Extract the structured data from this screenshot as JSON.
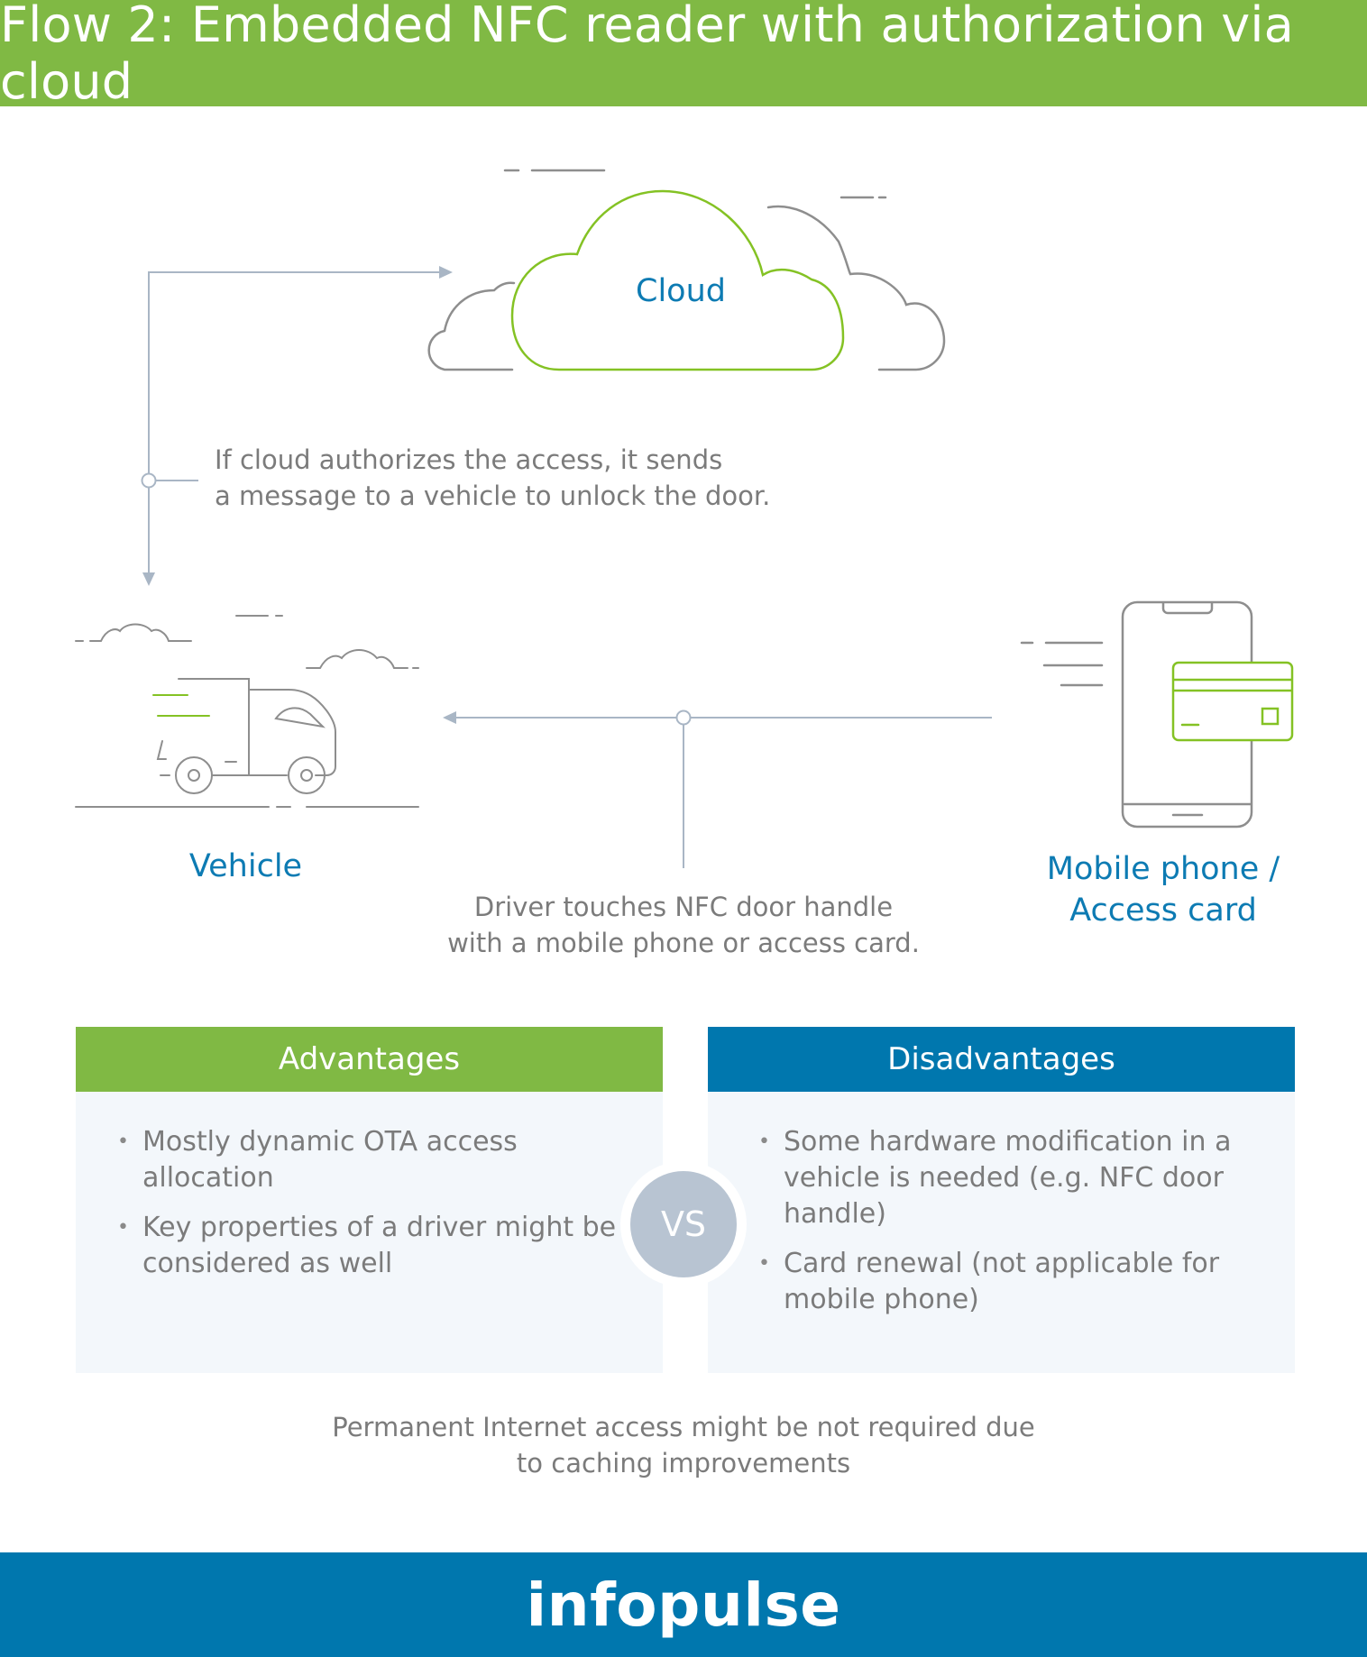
{
  "header": {
    "title": "Flow 2: Embedded NFC reader with authorization via cloud"
  },
  "nodes": {
    "cloud": "Cloud",
    "vehicle": "Vehicle",
    "phone_line1": "Mobile phone /",
    "phone_line2": "Access card"
  },
  "notes": {
    "cloud_line1": "If cloud authorizes the access, it sends",
    "cloud_line2": "a message to a vehicle to unlock the door.",
    "driver_line1": "Driver touches NFC door handle",
    "driver_line2": "with a mobile phone or access card."
  },
  "advantages": {
    "title": "Advantages",
    "items": [
      "Mostly dynamic OTA access allocation",
      "Key properties of a driver might be considered as well"
    ]
  },
  "disadvantages": {
    "title": "Disadvantages",
    "items": [
      "Some hardware modification in a vehicle is needed (e.g. NFC door handle)",
      "Card renewal (not applicable for mobile phone)"
    ]
  },
  "vs": "VS",
  "bottom_note": {
    "line1": "Permanent Internet access might be not required due",
    "line2": "to caching improvements"
  },
  "footer": {
    "brand": "infopulse"
  },
  "colors": {
    "green": "#80b944",
    "blue": "#0077ae",
    "label_blue": "#0d7bb3",
    "gray_text": "#7b7b7b",
    "arrow": "#a9b6c5",
    "box_bg": "#f3f7fb"
  },
  "icons": [
    "cloud-icon",
    "vehicle-icon",
    "mobile-phone-icon",
    "access-card-icon"
  ]
}
